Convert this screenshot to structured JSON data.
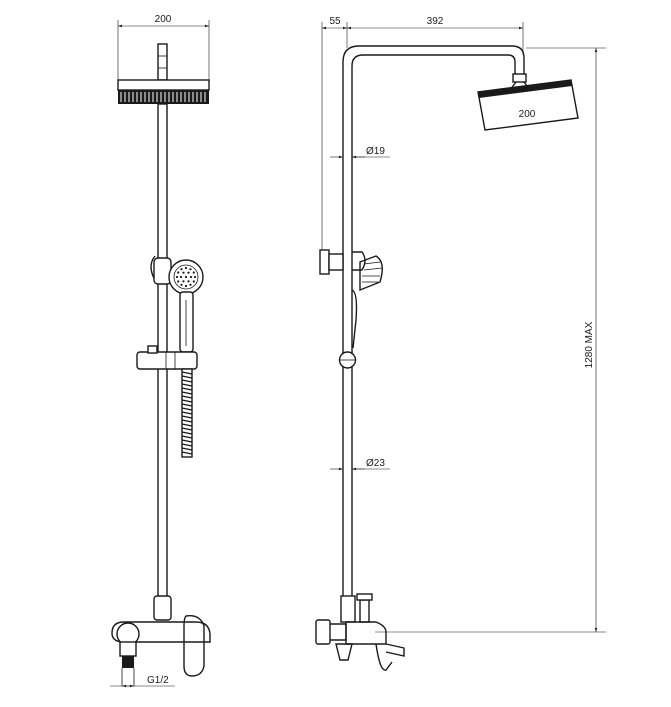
{
  "dimensions": {
    "front_head_width": "200",
    "side_offset": "55",
    "arm_reach": "392",
    "side_head_width": "200",
    "pipe_upper_diameter": "Ø19",
    "pipe_lower_diameter": "Ø23",
    "max_height": "1280 MAX",
    "inlet_thread": "G1/2"
  }
}
